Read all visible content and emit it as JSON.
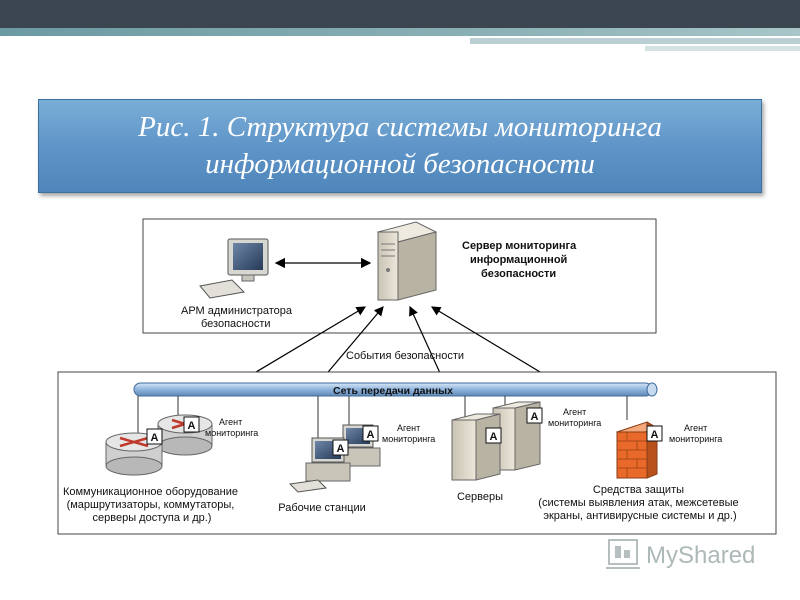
{
  "title": "Рис. 1. Структура системы мониторинга информационной безопасности",
  "top_panel": {
    "admin_label": [
      "АРМ администратора",
      "безопасности"
    ],
    "server_label": [
      "Сервер мониторинга",
      "информационной",
      "безопасности"
    ]
  },
  "events_label": "События безопасности",
  "network_bus_label": "Сеть передачи данных",
  "agent_badge": "A",
  "agent_label": [
    "Агент",
    "мониторинга"
  ],
  "groups": [
    {
      "label": [
        "Коммуникационное оборудование",
        "(маршрутизаторы, коммутаторы,",
        "серверы доступа и др.)"
      ]
    },
    {
      "label": [
        "Рабочие станции"
      ]
    },
    {
      "label": [
        "Серверы"
      ]
    },
    {
      "label": [
        "Средства защиты",
        "(системы выявления атак, межсетевые",
        "экраны, антивирусные системы и др.)"
      ]
    }
  ],
  "watermark": "MyShared",
  "colors": {
    "title_bg": "#5d93c6",
    "bus": "#8fb4dc",
    "firewall": "#e8692a",
    "router": "#d33a2c"
  }
}
